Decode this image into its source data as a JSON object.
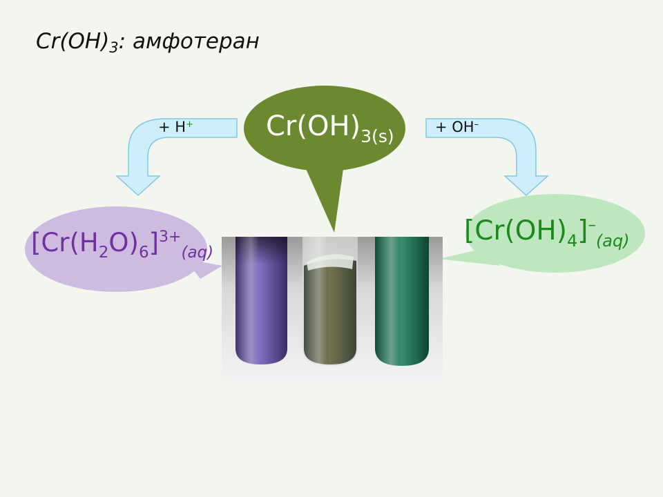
{
  "title": {
    "formula": "Cr(OH)",
    "subscript": "3",
    "suffix": ": амфотеран"
  },
  "center": {
    "formula": "Cr(OH)",
    "subscript": "3(s)"
  },
  "left_arrow": {
    "label": "+ H",
    "sup": "+"
  },
  "right_arrow": {
    "label": "+ OH",
    "sup": "–"
  },
  "left_product": {
    "part1": "[Cr(H",
    "sub1": "2",
    "part2": "O)",
    "sub2": "6",
    "part3": "]",
    "charge": "3+",
    "state": "(aq)"
  },
  "right_product": {
    "part1": "[Cr(OH)",
    "sub1": "4",
    "part2": "]",
    "charge": "–",
    "state": "(aq)"
  },
  "colors": {
    "background": "#f3f6ee",
    "center_bubble": "#6b8a2f",
    "left_bubble": "#cdbce0",
    "right_bubble": "#bfe7bf",
    "arrow_fill": "#cdeefa",
    "arrow_stroke": "#7fc7e6",
    "violet_text": "#7030a0",
    "green_text": "#1a8a1a"
  },
  "photo": {
    "tubes": [
      "violet-solution",
      "grey-green-precipitate",
      "green-solution"
    ]
  }
}
